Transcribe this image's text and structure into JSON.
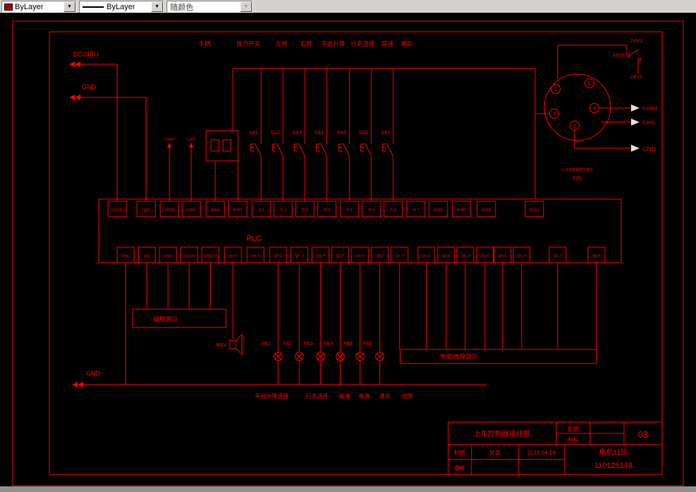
{
  "toolbar": {
    "color_combo": "ByLayer",
    "linetype_combo": "ByLayer",
    "lineweight_combo": "随颜色",
    "dropdown_arrow": "▼"
  },
  "labels": {
    "dc24bu": "DC24BU",
    "gnd_top": "GND",
    "gnd_bottom": "GND",
    "handle": "手柄",
    "toggle_switch": "拨力开关",
    "left_turn": "左转",
    "right_turn": "右转",
    "platform_lift": "平台升降",
    "travel_select": "行走选择",
    "high_speed": "高速",
    "horn": "喇叭",
    "canh_arrow": "CANH",
    "canl_arrow": "CANL",
    "plc": "PLC",
    "programming_port": "编程端口",
    "buzzer": "BR4",
    "display_box": "电量/故障显示",
    "bottom_platform_lift_select": "平台升降选择",
    "bottom_travel_select": "行走选择",
    "bottom_high_speed": "高速",
    "bottom_power": "电源",
    "bottom_comm": "通讯",
    "bottom_fault": "故障"
  },
  "switches": [
    "SA1",
    "SA2",
    "SA3",
    "SA4",
    "SA5",
    "SA6",
    "SA7"
  ],
  "lamps": [
    "FB1",
    "FB2",
    "FB3",
    "FB4",
    "FB5",
    "FB6"
  ],
  "plc_top_terminals": [
    "DC24V",
    "GND",
    "CANH",
    "CANL",
    "AIW0",
    "AIW1",
    "I0.0",
    "I0.1",
    "I0.2",
    "I0.3",
    "I0.4",
    "I0.5",
    "I0.6",
    "I0.7",
    "AIW2",
    "AIW3",
    "AIW4",
    "DC5V"
  ],
  "plc_bottom_terminals": [
    "GND",
    "DC",
    "GND",
    "SVD00",
    "SWDCK",
    "Q0.0",
    "Q0.1",
    "Q0.2",
    "Q0.3",
    "Q0.4",
    "Q0.5",
    "Q0.6",
    "Q0.7",
    "Q1.0",
    "Q1.1",
    "Q1.2",
    "Q1.3",
    "Q1.4",
    "Q1.5",
    "Q1.6",
    "Q1.7",
    "BEA"
  ],
  "connector": {
    "pins": [
      "1",
      "5",
      "2",
      "4",
      "3"
    ],
    "v24_3": "24V3",
    "enge": "ENGE",
    "v24_2": "24V2",
    "canh": "CANH",
    "canl": "CANL",
    "gnd": "GND",
    "caption": "上车控制器航空插头",
    "view": "F向"
  },
  "title_block": {
    "title": "上车控制器接线图",
    "scale_label": "比例",
    "material_label": "材料",
    "sheet_no": "03",
    "drafter_label": "制图",
    "drafter": "吴波",
    "date": "2014.04.16",
    "class_name": "电机11班",
    "student_id": "110125148",
    "checker_label": "审核"
  },
  "colors": {
    "wire": "#ff0000",
    "background": "#000000"
  }
}
